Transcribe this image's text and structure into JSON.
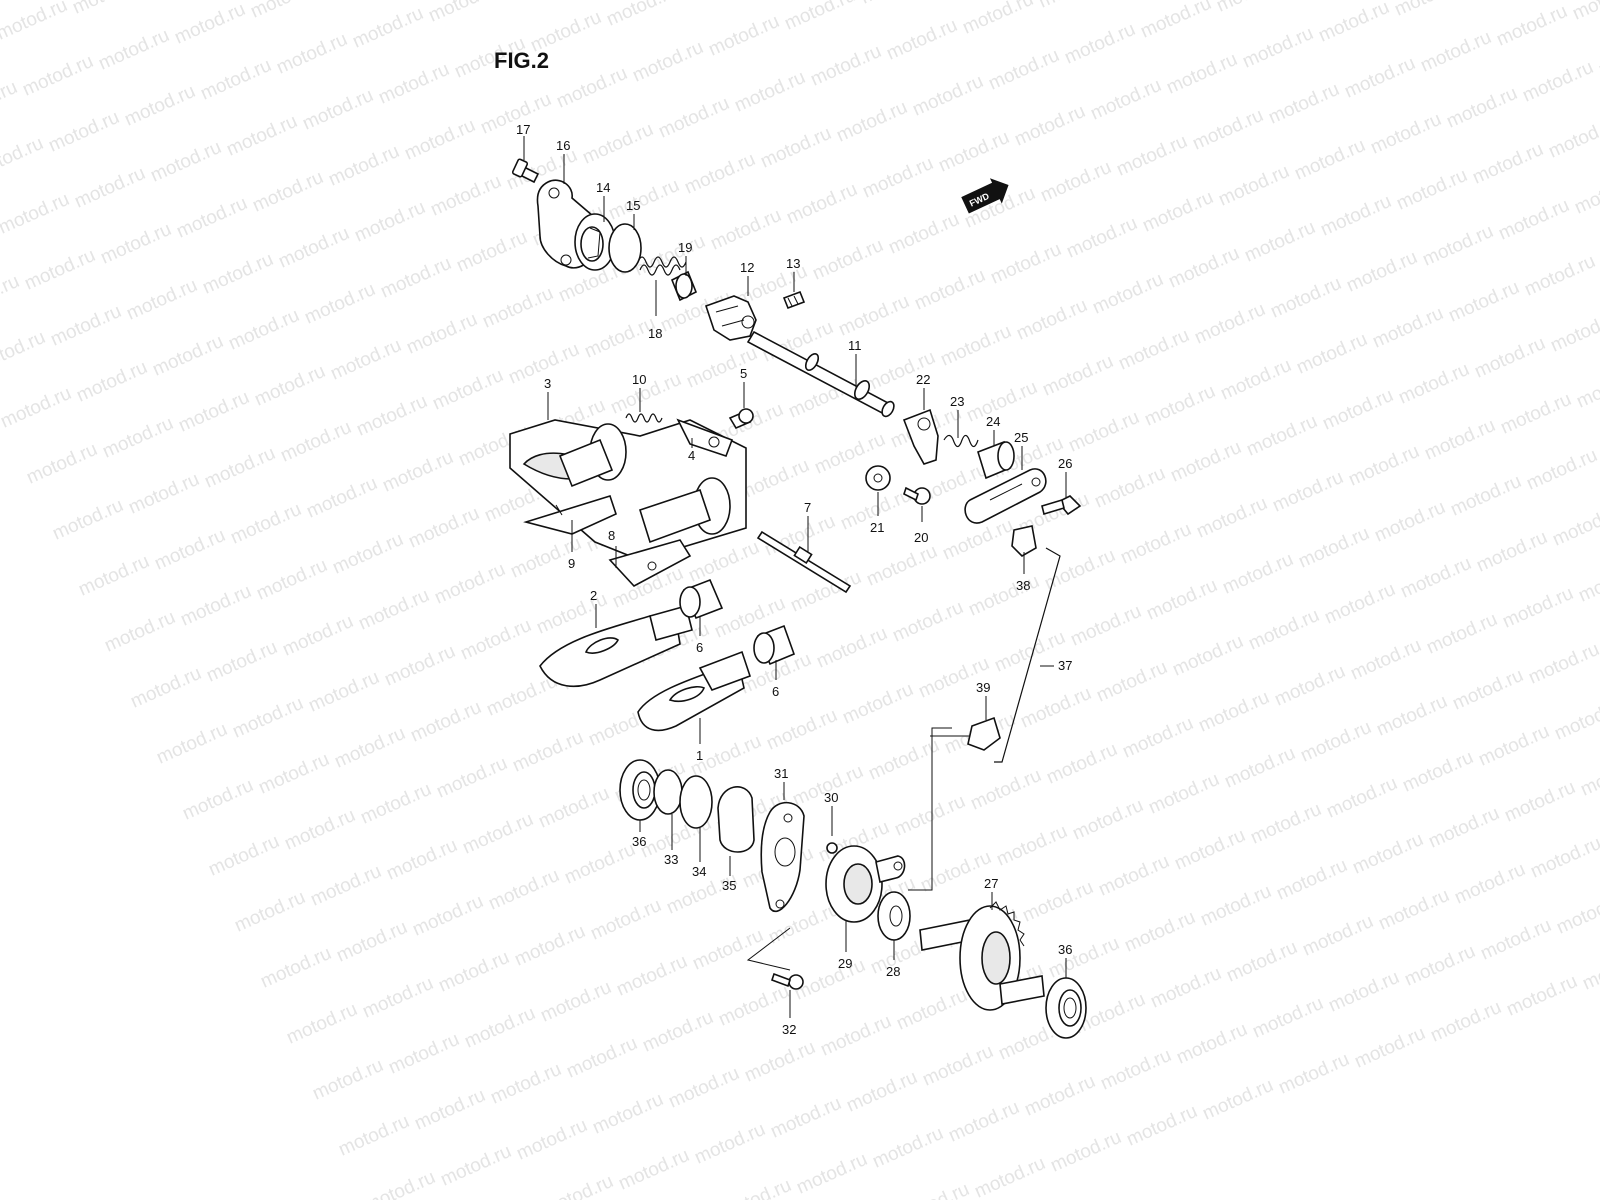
{
  "title": "FIG.2",
  "watermark": "motod.ru",
  "fwd_badge": "FWD",
  "callouts": [
    {
      "id": "c17",
      "text": "17"
    },
    {
      "id": "c16",
      "text": "16"
    },
    {
      "id": "c14",
      "text": "14"
    },
    {
      "id": "c15",
      "text": "15"
    },
    {
      "id": "c19",
      "text": "19"
    },
    {
      "id": "c12",
      "text": "12"
    },
    {
      "id": "c13",
      "text": "13"
    },
    {
      "id": "c18",
      "text": "18"
    },
    {
      "id": "c11",
      "text": "11"
    },
    {
      "id": "c3",
      "text": "3"
    },
    {
      "id": "c10",
      "text": "10"
    },
    {
      "id": "c5",
      "text": "5"
    },
    {
      "id": "c4",
      "text": "4"
    },
    {
      "id": "c22",
      "text": "22"
    },
    {
      "id": "c23",
      "text": "23"
    },
    {
      "id": "c24",
      "text": "24"
    },
    {
      "id": "c25",
      "text": "25"
    },
    {
      "id": "c26",
      "text": "26"
    },
    {
      "id": "c21",
      "text": "21"
    },
    {
      "id": "c20",
      "text": "20"
    },
    {
      "id": "c7",
      "text": "7"
    },
    {
      "id": "c9",
      "text": "9"
    },
    {
      "id": "c8",
      "text": "8"
    },
    {
      "id": "c38",
      "text": "38"
    },
    {
      "id": "c2",
      "text": "2"
    },
    {
      "id": "c6a",
      "text": "6"
    },
    {
      "id": "c6b",
      "text": "6"
    },
    {
      "id": "c37",
      "text": "37"
    },
    {
      "id": "c39",
      "text": "39"
    },
    {
      "id": "c1",
      "text": "1"
    },
    {
      "id": "c31",
      "text": "31"
    },
    {
      "id": "c30",
      "text": "30"
    },
    {
      "id": "c36a",
      "text": "36"
    },
    {
      "id": "c33",
      "text": "33"
    },
    {
      "id": "c34",
      "text": "34"
    },
    {
      "id": "c35",
      "text": "35"
    },
    {
      "id": "c27",
      "text": "27"
    },
    {
      "id": "c29",
      "text": "29"
    },
    {
      "id": "c28",
      "text": "28"
    },
    {
      "id": "c36b",
      "text": "36"
    },
    {
      "id": "c32",
      "text": "32"
    }
  ]
}
